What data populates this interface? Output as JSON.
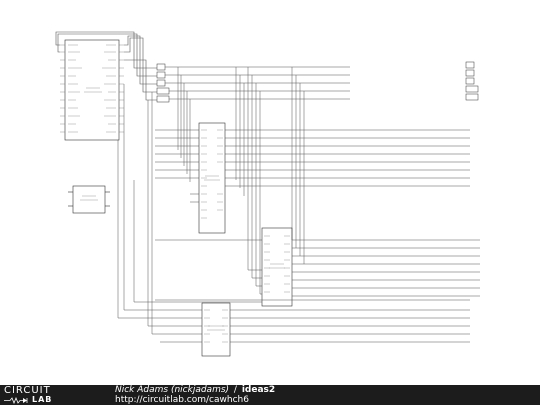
{
  "footer": {
    "logo_top": "CIRCUIT",
    "logo_bottom": "LAB",
    "author": "Nick Adams (nickjadams)",
    "separator": "/",
    "title": "ideas2",
    "url": "http://circuitlab.com/cawhch6"
  },
  "colors": {
    "wire": "#555555",
    "component": "#333333",
    "background": "#ffffff",
    "footer_bg": "#1c1c1c"
  }
}
